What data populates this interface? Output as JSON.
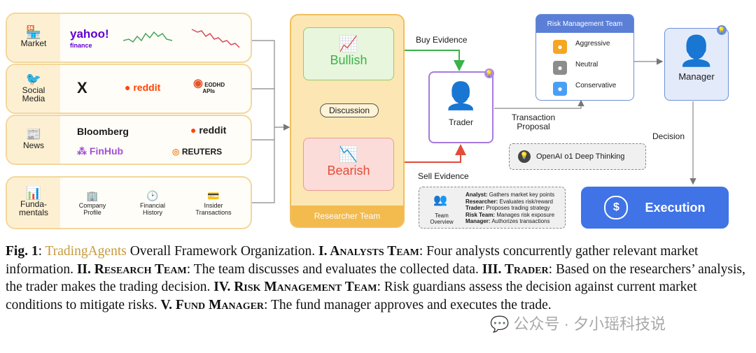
{
  "analysts": {
    "market": {
      "label": "Market",
      "icon": "store-icon",
      "logos": [
        "yahoo!",
        "finance"
      ]
    },
    "social": {
      "label": "Social Media",
      "icon": "twitter-bird-icon",
      "logos": [
        "X",
        "reddit",
        "EODHD",
        "APIs"
      ]
    },
    "news": {
      "label": "News",
      "icon": "newspaper-icon",
      "logos": [
        "Bloomberg",
        "reddit",
        "FinHub",
        "REUTERS"
      ]
    },
    "fundamentals": {
      "label": "Funda-mentals",
      "icon": "bar-chart-icon",
      "items": [
        "Company Profile",
        "Financial History",
        "Insider Transactions"
      ]
    }
  },
  "research": {
    "bullish": "Bullish",
    "bearish": "Bearish",
    "discussion": "Discussion",
    "team_label": "Researcher Team"
  },
  "flow": {
    "buy_evidence": "Buy Evidence",
    "sell_evidence": "Sell Evidence",
    "transaction_proposal": "Transaction Proposal",
    "decision": "Decision"
  },
  "trader": {
    "label": "Trader"
  },
  "risk": {
    "title": "Risk Management Team",
    "items": [
      "Aggressive",
      "Neutral",
      "Conservative"
    ],
    "colors": [
      "#f5a623",
      "#8c8c8c",
      "#4a9ff5"
    ]
  },
  "manager": {
    "label": "Manager"
  },
  "execution": {
    "label": "Execution"
  },
  "deep_thinking": "OpenAI o1 Deep Thinking",
  "overview": {
    "label": "Team Overview",
    "rows": [
      {
        "role": "Analyst:",
        "desc": "Gathers market key points"
      },
      {
        "role": "Researcher:",
        "desc": "Evaluates risk/reward"
      },
      {
        "role": "Trader:",
        "desc": "Proposes trading strategy"
      },
      {
        "role": "Risk Team:",
        "desc": "Manages risk exposure"
      },
      {
        "role": "Manager:",
        "desc": "Authorizes transactions"
      }
    ]
  },
  "caption": {
    "fig": "Fig. 1",
    "name": "TradingAgents",
    "intro": " Overall Framework Organization. ",
    "s1": "I. Analysts Team",
    "t1": ": Four analysts concurrently gather relevant market information. ",
    "s2": "II. Research Team",
    "t2": ": The team discusses and evaluates the collected data. ",
    "s3": "III. Trader",
    "t3": ": Based on the researchers’ analysis, the trader makes the trading decision. ",
    "s4": "IV. Risk Management Team",
    "t4": ": Risk guardians assess the decision against current market conditions to mitigate risks. ",
    "s5": "V. Fund Manager",
    "t5": ": The fund manager approves and executes the trade."
  },
  "watermark": "公众号 · 夕小瑶科技说"
}
